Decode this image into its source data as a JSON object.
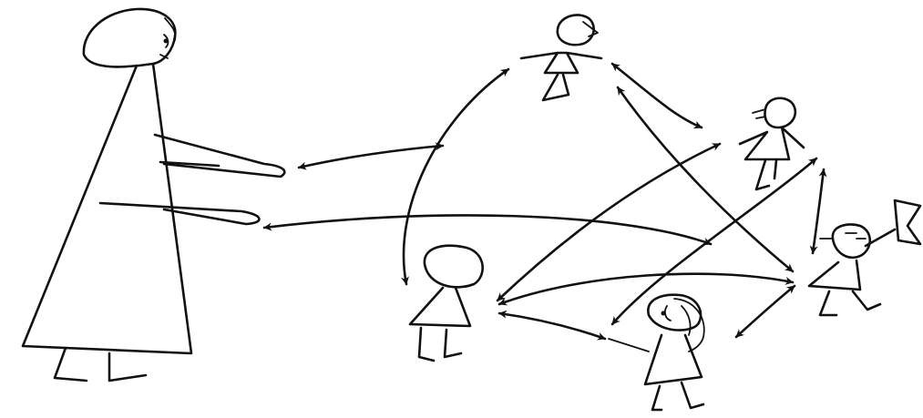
{
  "diagram": {
    "kind": "hand-drawn sketch",
    "nodes": [
      {
        "id": "adult"
      },
      {
        "id": "child-top"
      },
      {
        "id": "child-upper-right"
      },
      {
        "id": "child-left"
      },
      {
        "id": "child-girl"
      },
      {
        "id": "child-right"
      }
    ],
    "edges": [
      {
        "from": "adult",
        "to": "child-top",
        "arrows": "both"
      },
      {
        "from": "adult",
        "to": "child-right",
        "arrows": "both"
      },
      {
        "from": "child-top",
        "to": "child-left",
        "arrows": "both"
      },
      {
        "from": "child-top",
        "to": "child-upper-right",
        "arrows": "both"
      },
      {
        "from": "child-top",
        "to": "child-right",
        "arrows": "both"
      },
      {
        "from": "child-left",
        "to": "child-upper-right",
        "arrows": "both"
      },
      {
        "from": "child-left",
        "to": "child-right",
        "arrows": "both"
      },
      {
        "from": "child-left",
        "to": "child-girl",
        "arrows": "both"
      },
      {
        "from": "child-girl",
        "to": "child-upper-right",
        "arrows": "both"
      },
      {
        "from": "child-girl",
        "to": "child-right",
        "arrows": "both"
      },
      {
        "from": "child-upper-right",
        "to": "child-right",
        "arrows": "both"
      }
    ],
    "colors": {
      "ink": "#111111",
      "paper": "#ffffff"
    }
  }
}
